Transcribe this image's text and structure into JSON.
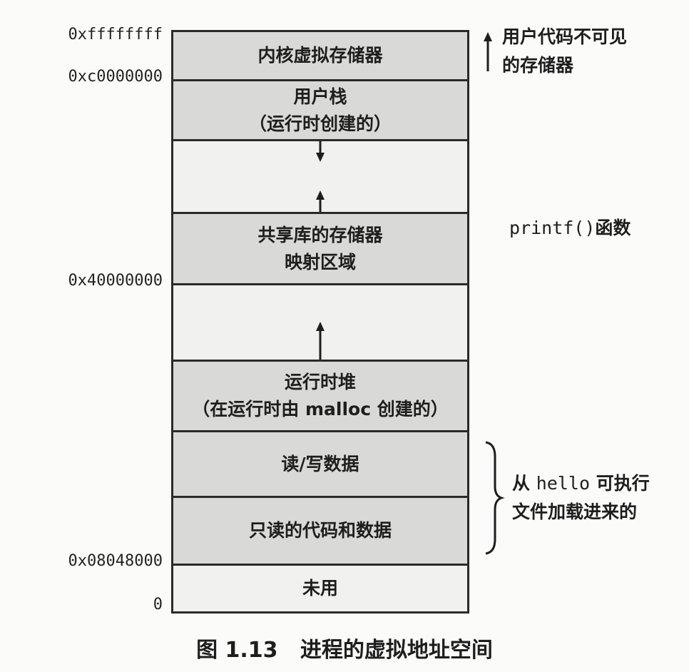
{
  "segments": {
    "kernel": "内核虚拟存储器",
    "stack_line1": "用户栈",
    "stack_line2": "（运行时创建的）",
    "shared_line1": "共享库的存储器",
    "shared_line2": "映射区域",
    "heap_line1": "运行时堆",
    "heap_line2": "（在运行时由 malloc 创建的）",
    "rwdata": "读/写数据",
    "rodata": "只读的代码和数据",
    "unused": "未用"
  },
  "addresses": {
    "top": "0xffffffff",
    "kernel_base": "0xc0000000",
    "shared_base": "0x40000000",
    "program_base": "0x08048000",
    "zero": "0"
  },
  "notes": {
    "kernel_line1": "用户代码不可见",
    "kernel_line2": "的存储器",
    "printf_code": "printf()",
    "printf_suffix": "函数",
    "hello_prefix": "从",
    "hello_code": "hello",
    "hello_suffix": "可执行",
    "hello_line2": "文件加载进来的"
  },
  "caption": {
    "figure": "图 1.13",
    "title": "进程的虚拟地址空间"
  }
}
